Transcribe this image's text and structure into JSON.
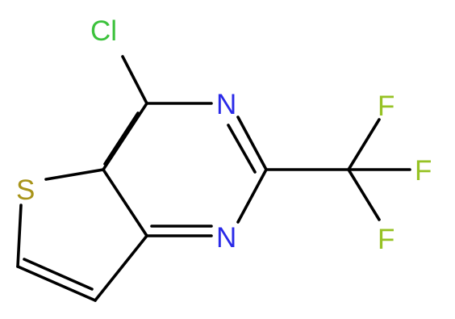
{
  "molecule": {
    "atoms": [
      {
        "id": "Cl",
        "symbol": "Cl",
        "color": "#3cc23c"
      },
      {
        "id": "N1",
        "symbol": "N",
        "color": "#2a2ae8"
      },
      {
        "id": "N2",
        "symbol": "N",
        "color": "#2a2ae8"
      },
      {
        "id": "S",
        "symbol": "S",
        "color": "#a8941a"
      },
      {
        "id": "F1",
        "symbol": "F",
        "color": "#96c224"
      },
      {
        "id": "F2",
        "symbol": "F",
        "color": "#96c224"
      },
      {
        "id": "F3",
        "symbol": "F",
        "color": "#96c224"
      }
    ],
    "bond_color": "#000000",
    "background": "#ffffff"
  }
}
